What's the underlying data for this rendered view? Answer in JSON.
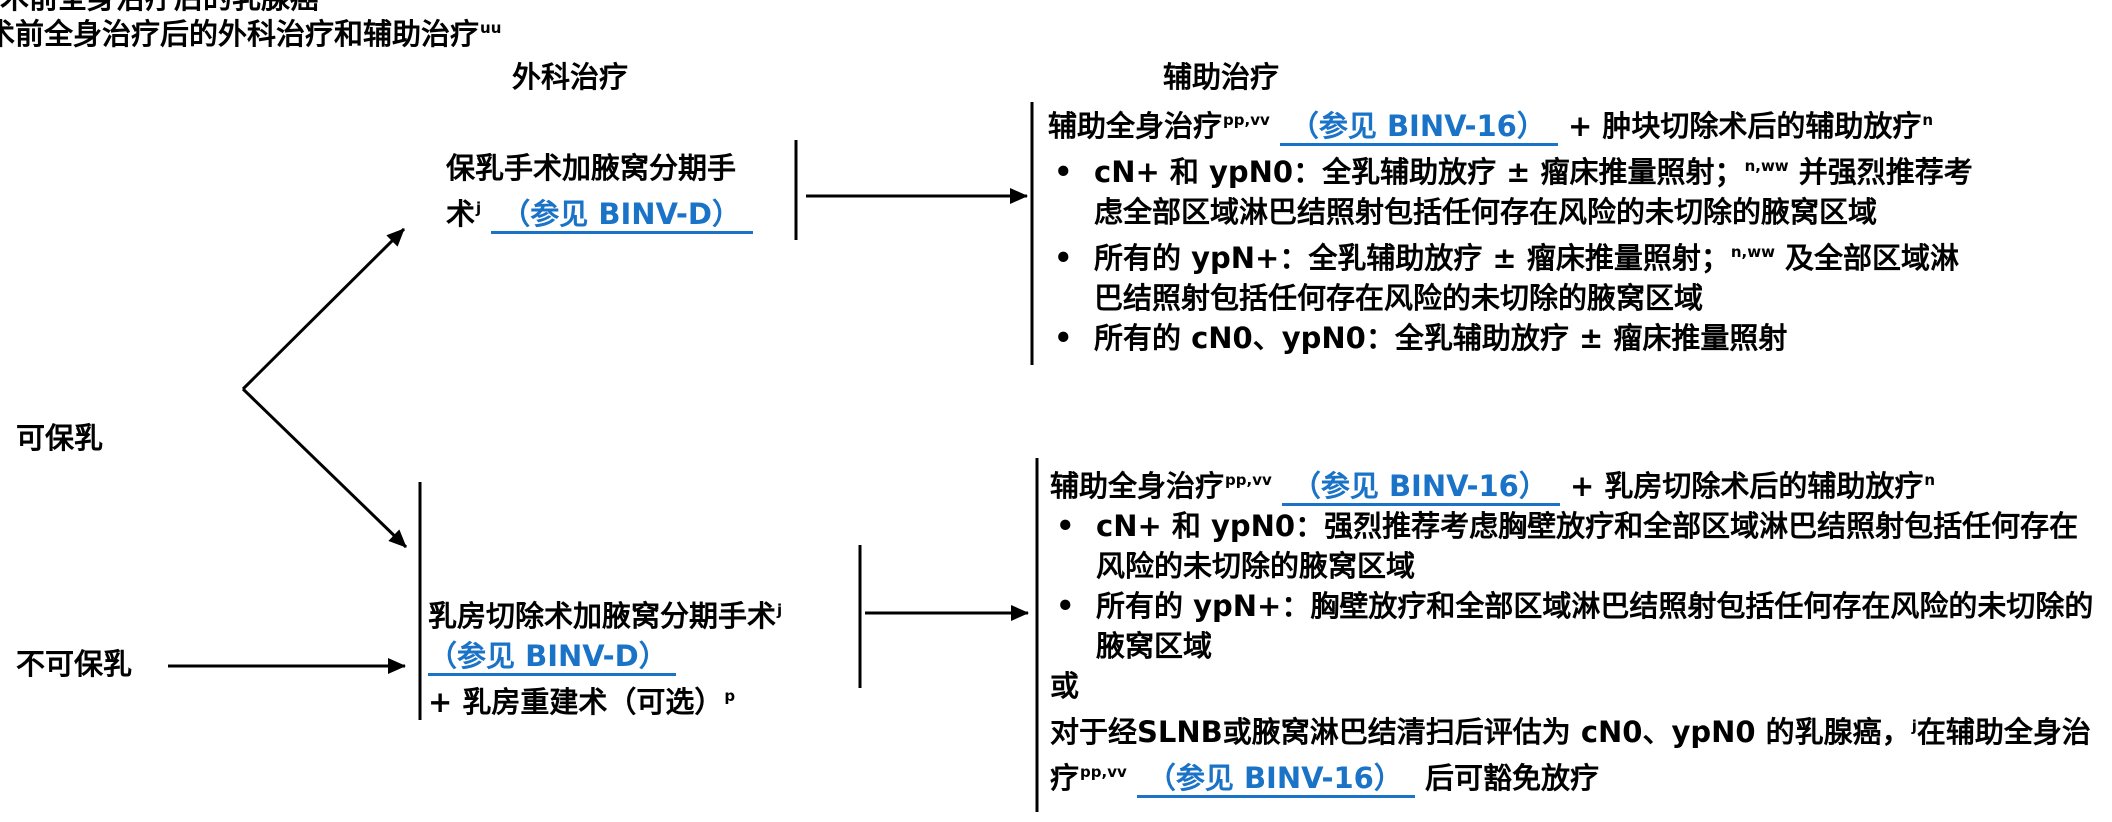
{
  "header": {
    "cut_title": "术前全身治疗后的乳腺癌",
    "title": "术前全身治疗后的外科治疗和辅助治疗",
    "title_sup": "uu",
    "col_surgery": "外科治疗",
    "col_adjuvant": "辅助治疗"
  },
  "entry": {
    "breast_conserving": "可保乳",
    "not_breast_conserving": "不可保乳"
  },
  "surgery": {
    "bcs": {
      "line1": "保乳手术加腋窝分期手",
      "line2": "术",
      "sup": "j",
      "link": "（参见 BINV-D）"
    },
    "mastectomy": {
      "line1": "乳房切除术加腋窝分期手术",
      "sup": "j",
      "link": "（参见 BINV-D）",
      "line3": "+ 乳房重建术（可选）",
      "line3_sup": "p"
    }
  },
  "adjuvant_upper": {
    "head_pre": "辅助全身治疗",
    "head_sup": "pp,vv",
    "head_link": "（参见 BINV-16）",
    "head_post": "+ 肿块切除术后的辅助放疗",
    "head_post_sup": "n",
    "bullets": [
      {
        "pre": "cN+ 和 ypN0：全乳辅助放疗 ± 瘤床推量照射；",
        "sup": "n,ww",
        "post": "并强烈推荐考",
        "cont": "虑全部区域淋巴结照射包括任何存在风险的未切除的腋窝区域"
      },
      {
        "pre": "所有的 ypN+：全乳辅助放疗 ± 瘤床推量照射；",
        "sup": "n,ww",
        "post": "及全部区域淋",
        "cont": "巴结照射包括任何存在风险的未切除的腋窝区域"
      },
      {
        "pre": "所有的 cN0、ypN0：全乳辅助放疗 ± 瘤床推量照射",
        "sup": "",
        "post": "",
        "cont": ""
      }
    ]
  },
  "adjuvant_lower": {
    "head_pre": "辅助全身治疗",
    "head_sup": "pp,vv",
    "head_link": "（参见 BINV-16）",
    "head_post": "+ 乳房切除术后的辅助放疗",
    "head_post_sup": "n",
    "bullets": [
      {
        "line1": "cN+ 和 ypN0：强烈推荐考虑胸壁放疗和全部区域淋巴结照射包括任何存在",
        "line2": "风险的未切除的腋窝区域"
      },
      {
        "line1": "所有的 ypN+：胸壁放疗和全部区域淋巴结照射包括任何存在风险的未切除的",
        "line2": "腋窝区域"
      }
    ],
    "or": "或",
    "omit_line1_pre": "对于经SLNB或腋窝淋巴结清扫后评估为 cN0、ypN0 的乳腺癌，",
    "omit_line1_sup": "j",
    "omit_line1_post": "在辅助全身治",
    "omit_line2_pre": "疗",
    "omit_line2_sup": "pp,vv",
    "omit_link": "（参见 BINV-16）",
    "omit_line2_post": "后可豁免放疗"
  },
  "colors": {
    "link": "#1a73c6",
    "text": "#000000",
    "background": "#ffffff"
  }
}
